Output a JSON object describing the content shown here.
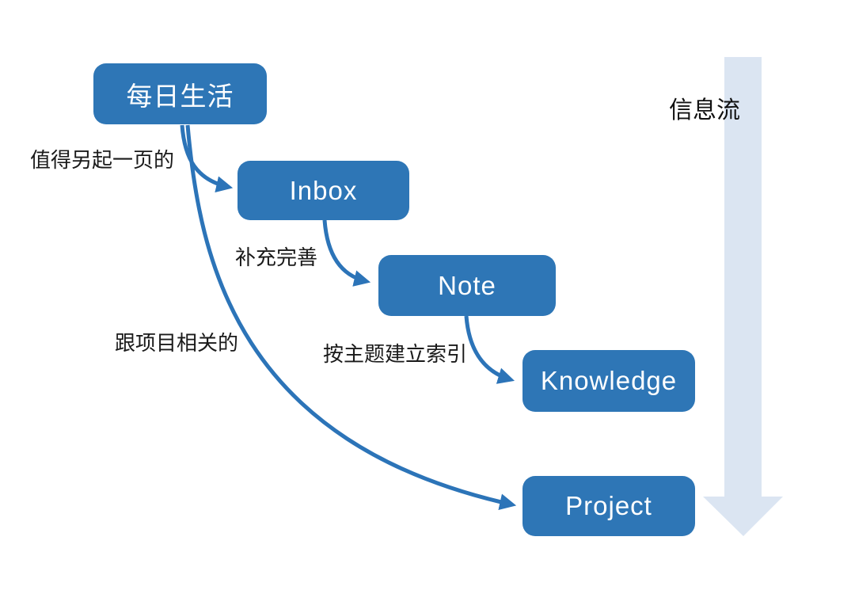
{
  "diagram": {
    "flow_label": "信息流",
    "nodes": [
      {
        "id": "daily-life",
        "label": "每日生活"
      },
      {
        "id": "inbox",
        "label": "Inbox"
      },
      {
        "id": "note",
        "label": "Note"
      },
      {
        "id": "knowledge",
        "label": "Knowledge"
      },
      {
        "id": "project",
        "label": "Project"
      }
    ],
    "edges": [
      {
        "from": "daily-life",
        "to": "inbox",
        "label": "值得另起一页的"
      },
      {
        "from": "inbox",
        "to": "note",
        "label": "补充完善"
      },
      {
        "from": "note",
        "to": "knowledge",
        "label": "按主题建立索引"
      },
      {
        "from": "daily-life",
        "to": "project",
        "label": "跟项目相关的"
      }
    ],
    "colors": {
      "node_fill": "#2e76b6",
      "node_text": "#ffffff",
      "edge_stroke": "#2c74b8",
      "flow_arrow_fill": "#dbe5f2",
      "label_text": "#1a1a1a",
      "background": "#ffffff"
    }
  }
}
